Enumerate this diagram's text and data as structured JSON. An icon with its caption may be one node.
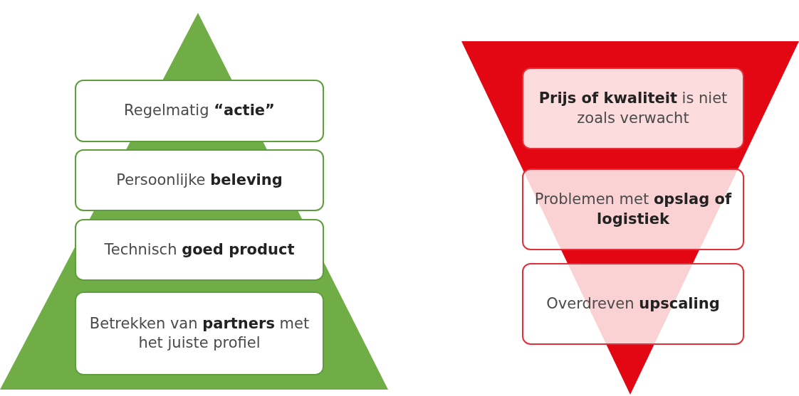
{
  "diagram": {
    "nodes": [
      {
        "text": [
          "Regelmatig **“actie”**"
        ]
      },
      {
        "text": [
          "Persoonlijke **beleving**"
        ]
      },
      {
        "text": [
          "Technisch **goed product**"
        ]
      },
      {
        "text": [
          "Betrekken van **partners** met het juiste profiel"
        ]
      },
      {
        "text": [
          "**Prijs of kwaliteit** is niet zoals verwacht"
        ]
      },
      {
        "text": [
          "Problemen met **opslag of logistiek**"
        ]
      },
      {
        "text": [
          "Overdreven **upscaling**"
        ]
      }
    ],
    "edges": []
  }
}
